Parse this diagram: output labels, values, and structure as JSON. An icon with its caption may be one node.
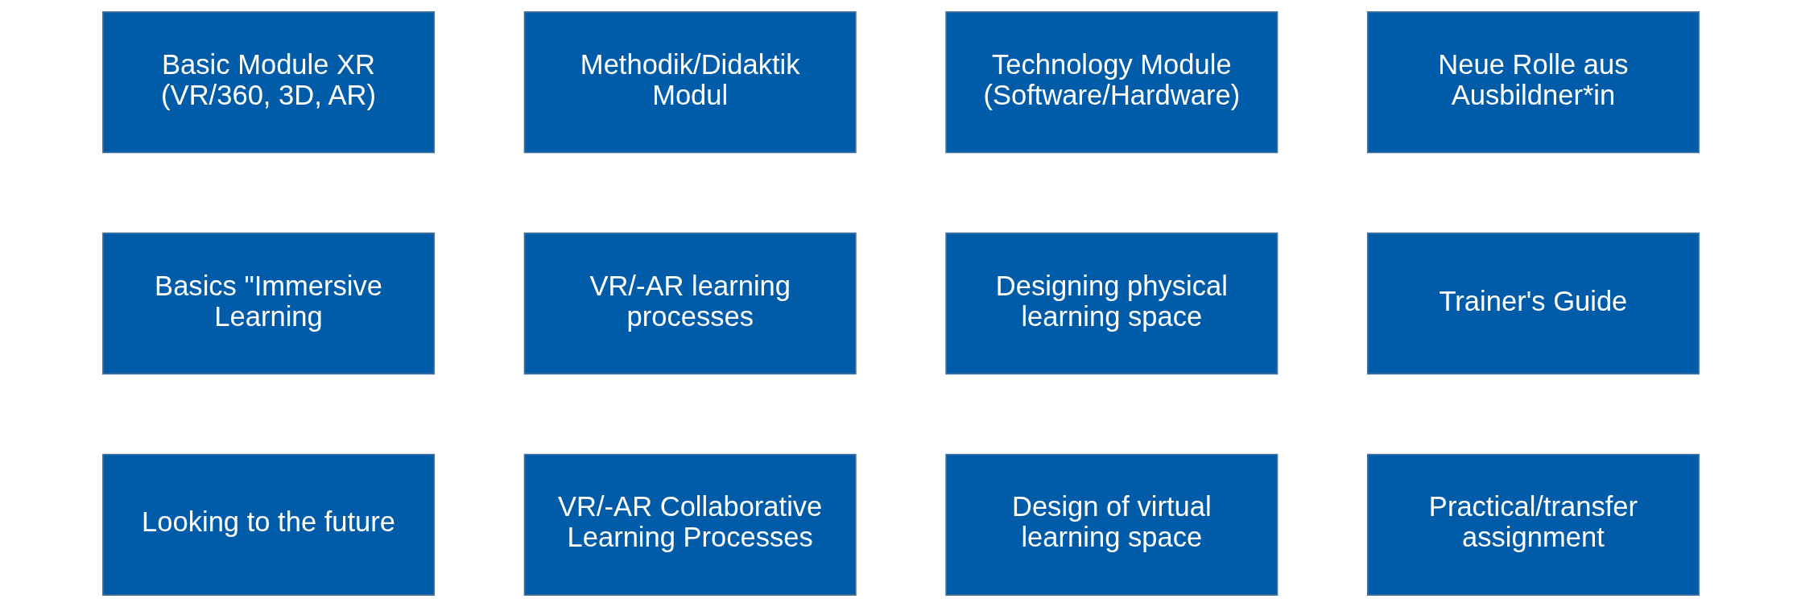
{
  "diagram": {
    "nodes": [
      {
        "text": [
          "Basic Module XR (VR/360, 3D, AR)"
        ]
      },
      {
        "text": [
          "Methodik/Didaktik Modul"
        ]
      },
      {
        "text": [
          "Technology Module (Software/Hardware)"
        ]
      },
      {
        "text": [
          "Neue Rolle aus Ausbildner*in"
        ]
      },
      {
        "text": [
          "Basics \"Immersive Learning"
        ]
      },
      {
        "text": [
          "VR/-AR learning processes"
        ]
      },
      {
        "text": [
          "Designing physical learning space"
        ]
      },
      {
        "text": [
          "Trainer's Guide"
        ]
      },
      {
        "text": [
          "Looking to the future"
        ]
      },
      {
        "text": [
          "VR/-AR Collaborative Learning Processes"
        ]
      },
      {
        "text": [
          "Design of virtual learning space"
        ]
      },
      {
        "text": [
          "Practical/transfer assignment"
        ]
      }
    ],
    "edges": []
  }
}
